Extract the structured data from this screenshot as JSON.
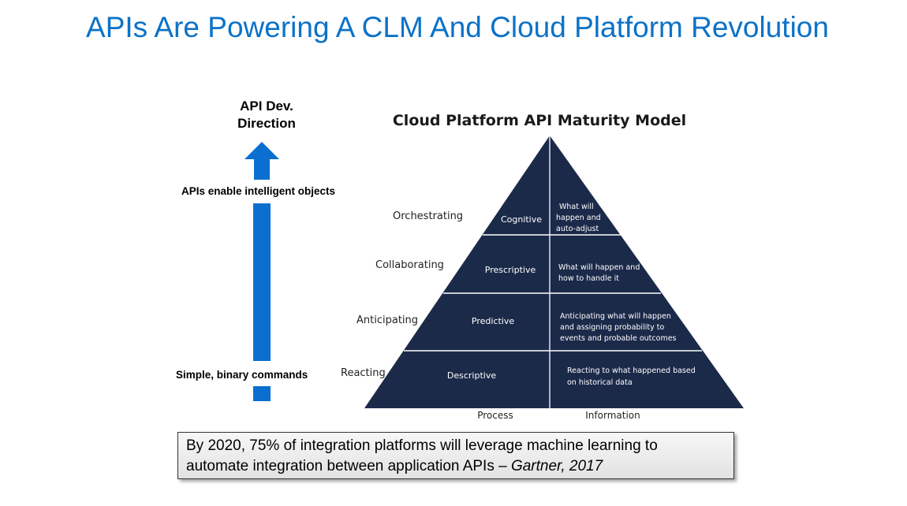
{
  "title": "APIs Are Powering A CLM And Cloud Platform Revolution",
  "direction": {
    "heading_line1": "API Dev.",
    "heading_line2": "Direction",
    "top_label": "APIs enable intelligent objects",
    "bottom_label": "Simple, binary commands",
    "arrow_color": "#0a6fd0"
  },
  "pyramid": {
    "title": "Cloud Platform API Maturity Model",
    "fill_color": "#1c2a4a",
    "levels": [
      {
        "stage": "Orchestrating",
        "type": "Cognitive",
        "info": [
          "What will",
          "happen and",
          "auto-adjust"
        ]
      },
      {
        "stage": "Collaborating",
        "type": "Prescriptive",
        "info": [
          "What will happen and",
          "how to handle it"
        ]
      },
      {
        "stage": "Anticipating",
        "type": "Predictive",
        "info": [
          "Anticipating what will happen",
          "and assigning probability to",
          "events and probable outcomes"
        ]
      },
      {
        "stage": "Reacting",
        "type": "Descriptive",
        "info": [
          "Reacting to what happened based",
          "on historical data"
        ]
      }
    ],
    "columns": {
      "left": "Process",
      "right": "Information"
    }
  },
  "quote": {
    "line1": "By 2020, 75% of integration platforms will leverage machine learning to",
    "line2": "automate integration between application APIs – ",
    "source": "Gartner, 2017"
  }
}
